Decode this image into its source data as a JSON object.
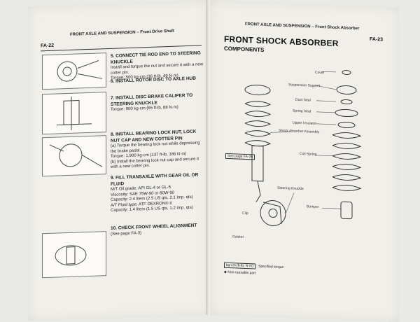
{
  "left_page": {
    "page_no": "FA-22",
    "header": "FRONT AXLE AND SUSPENSION – Front Drive Shaft",
    "steps": [
      {
        "num": "5.",
        "title": "CONNECT TIE ROD END TO STEERING KNUCKLE",
        "body": "Install and torque the nut and secure it with a new cotter pin.",
        "torque": "Torque: 500 kg-cm (36 ft-lb, 49 N·m)"
      },
      {
        "num": "6.",
        "title": "INSTALL ROTOR DISC TO AXLE HUB",
        "body": "",
        "torque": ""
      },
      {
        "num": "7.",
        "title": "INSTALL DISC BRAKE CALIPER TO STEERING KNUCKLE",
        "body": "",
        "torque": "Torque: 900 kg-cm (65 ft-lb, 88 N·m)"
      },
      {
        "num": "8.",
        "title": "INSTALL BEARING LOCK NUT, LOCK NUT CAP AND NEW COTTER PIN",
        "body": "(a) Torque the bearing lock nut while depressing the brake pedal.",
        "torque": "Torque: 1,900 kg-cm (137 ft-lb, 186 N·m)",
        "body2": "(b) Install the bearing lock nut cap and secure it with a new cotter pin."
      },
      {
        "num": "9.",
        "title": "FILL TRANSAXLE WITH GEAR OIL OR FLUID",
        "spec_lines": [
          "M/T  Oil grade:   API GL-4 or GL-5",
          "       Viscosity:  SAE 75W-90 or 80W-90",
          "       Capacity:   2.4 liters (2.5 US qts, 2.1 Imp. qts)",
          "A/T  Fluid type:  ATF DEXRON® II",
          "       Capacity:   1.4 liters (1.5 US qts, 1.2 Imp. qts)"
        ]
      },
      {
        "num": "10.",
        "title": "CHECK FRONT WHEEL ALIGNMENT",
        "body": "(See page FA-3)"
      }
    ]
  },
  "right_page": {
    "page_no": "FA-23",
    "header": "FRONT AXLE AND SUSPENSION – Front Shock Absorber",
    "title": "FRONT SHOCK ABSORBER",
    "subtitle": "COMPONENTS",
    "labels": [
      "Cover",
      "Suspension Support",
      "Dust Seal",
      "Spring Seat",
      "Upper Insulator",
      "Shock Absorber Assembly",
      "Coil Spring",
      "Bumper",
      "Steering Knuckle",
      "Clip",
      "Gasket",
      "See page FA-26"
    ],
    "legend": {
      "torque_box": "kg-cm (ft-lb, N·m)",
      "torque_text": ": Specified torque",
      "nonreusable": "Non-reusable part"
    }
  }
}
